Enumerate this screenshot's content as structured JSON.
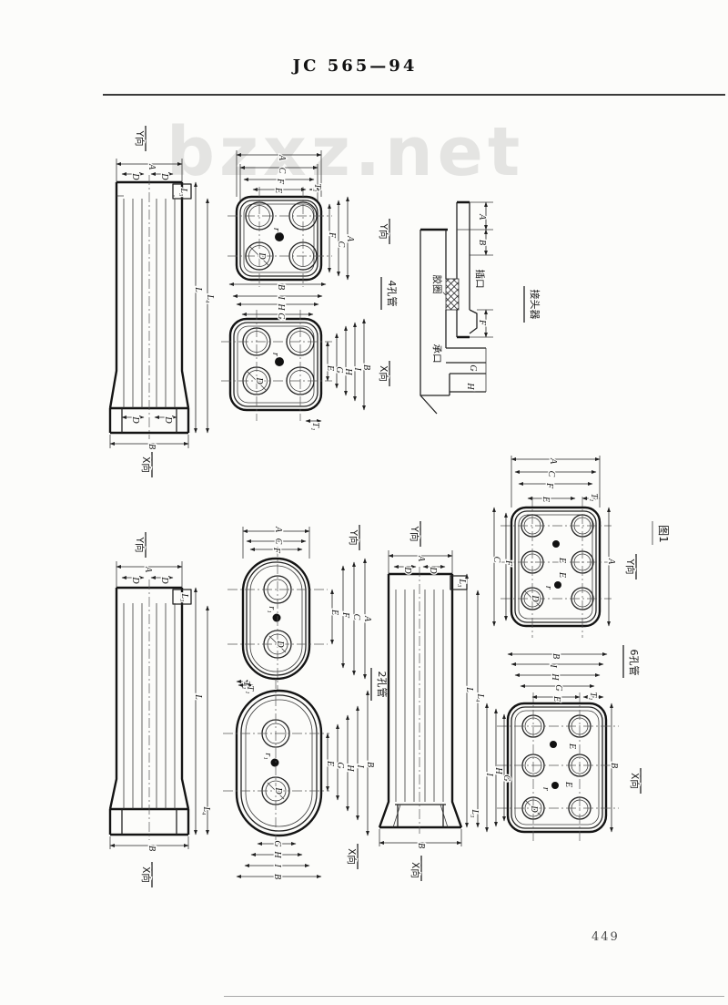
{
  "page": {
    "standard_number": "JC 565—94",
    "page_number": "449",
    "watermark": "bzxz.net",
    "figure_caption": "图1"
  },
  "labels": {
    "view_y": "Y向",
    "view_x": "X向",
    "pipe_4hole": "4孔管",
    "pipe_2hole": "2孔管",
    "pipe_6hole": "6孔管",
    "socket": "承口",
    "spigot": "插口",
    "rubber_ring": "胶圈",
    "coupling": "接头器"
  },
  "dims": {
    "A": "A",
    "B": "B",
    "C": "C",
    "D": "D",
    "E": "E",
    "F": "F",
    "G": "G",
    "H": "H",
    "I": "I",
    "L": "L",
    "L3": "L₃",
    "L4": "L₄",
    "T1": "T₁",
    "r": "r",
    "r1": "r₁"
  }
}
